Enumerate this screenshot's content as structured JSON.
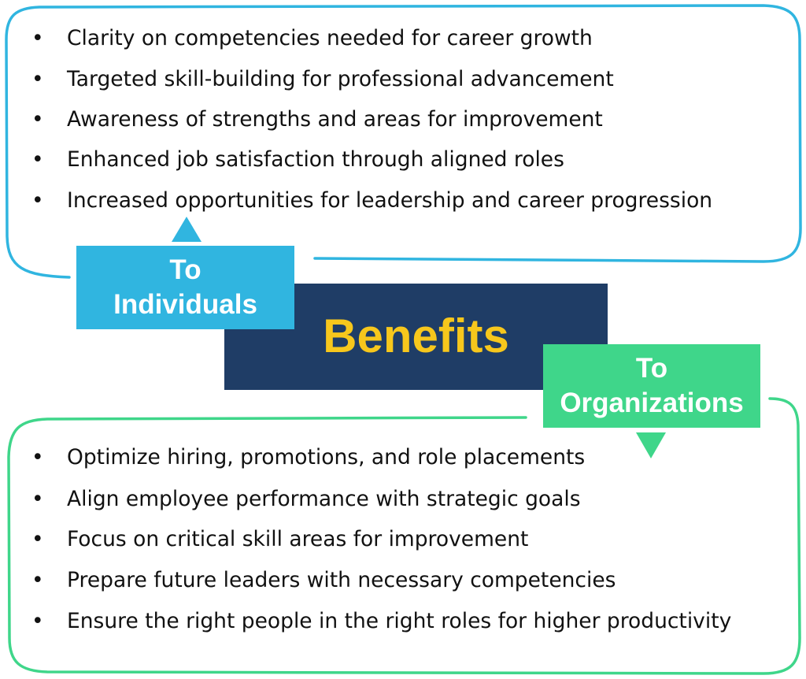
{
  "title": "Benefits",
  "colors": {
    "individuals": "#30b5e0",
    "organizations": "#3fd68a",
    "center": "#1f3d66",
    "title_text": "#f7c71c"
  },
  "individuals": {
    "label_line1": "To",
    "label_line2": "Individuals",
    "items": [
      "Clarity on competencies needed for career growth",
      "Targeted skill-building for professional advancement",
      "Awareness of strengths and areas for improvement",
      "Enhanced job satisfaction through aligned roles",
      "Increased opportunities for leadership and career progression"
    ]
  },
  "organizations": {
    "label_line1": "To",
    "label_line2": "Organizations",
    "items": [
      "Optimize hiring, promotions, and role placements",
      "Align employee performance with strategic goals",
      "Focus on critical skill areas for improvement",
      "Prepare future leaders with necessary competencies",
      "Ensure the right people in the right roles for higher productivity"
    ]
  },
  "bullet": "•"
}
